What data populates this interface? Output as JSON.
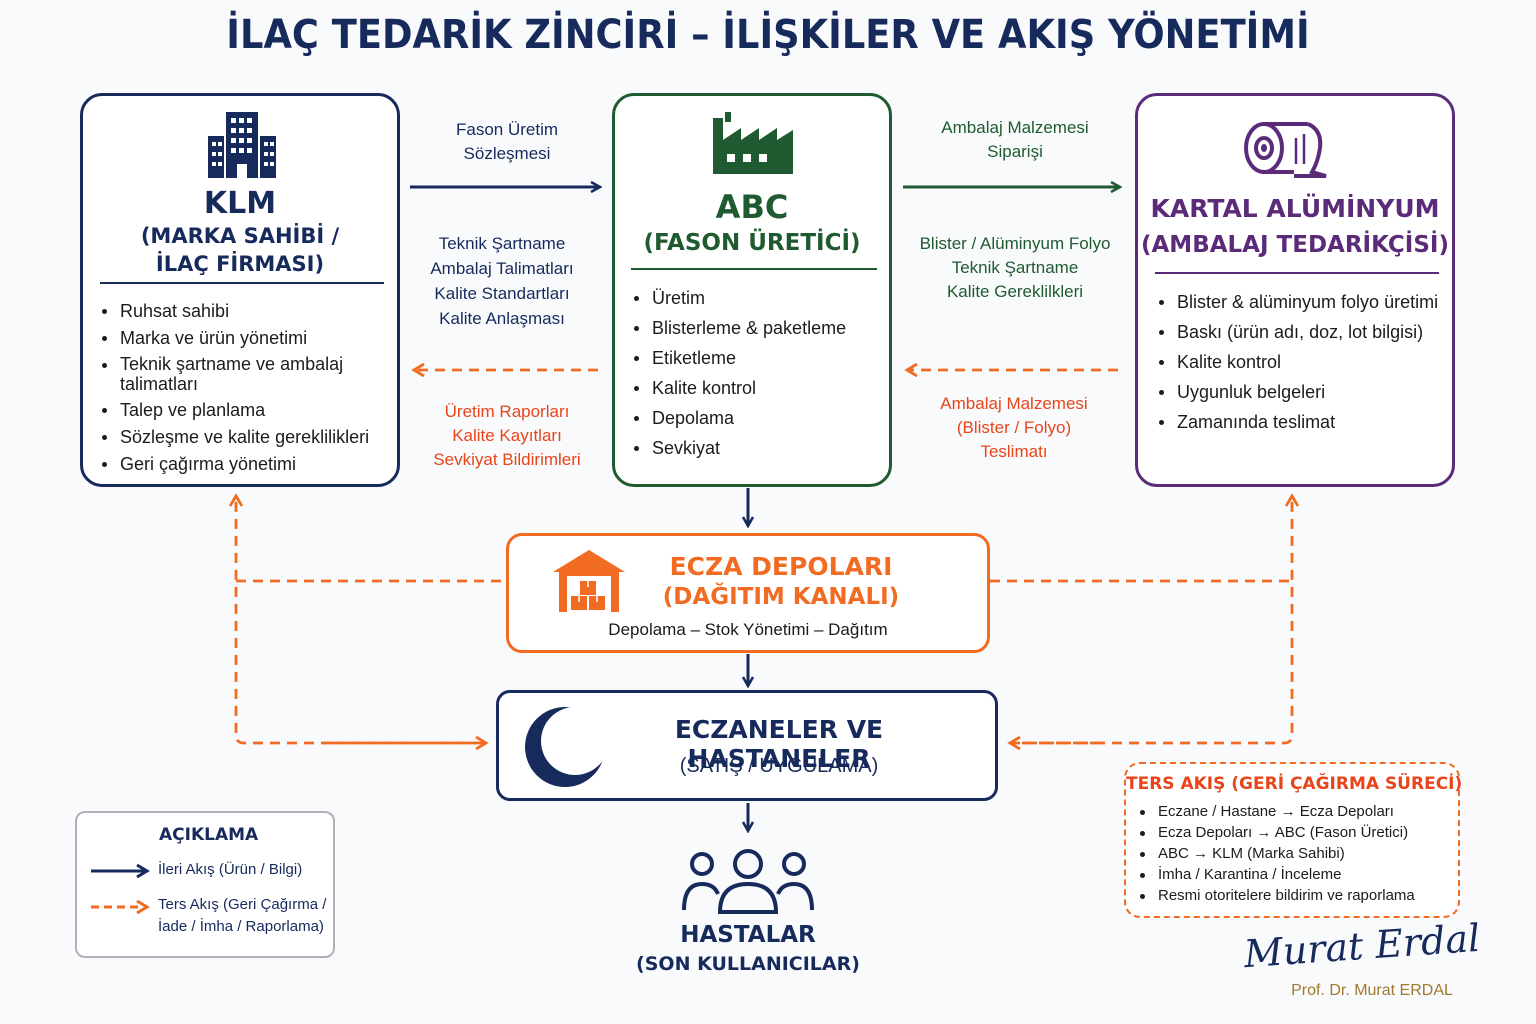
{
  "title": "İLAÇ TEDARİK ZİNCİRİ – İLİŞKİLER VE AKIŞ YÖNETİMİ",
  "colors": {
    "navy": "#172a5c",
    "green": "#1f5a30",
    "purple": "#5b2a78",
    "orange": "#f26b22",
    "orange_text": "#e8451b"
  },
  "klm": {
    "icon": "building-icon",
    "title": "KLM",
    "subtitle_line1": "(MARKA SAHİBİ /",
    "subtitle_line2": "İLAÇ FİRMASI)",
    "items": [
      "Ruhsat sahibi",
      "Marka ve ürün yönetimi",
      "Teknik şartname ve ambalaj talimatları",
      "Talep ve planlama",
      "Sözleşme ve kalite gereklilikleri",
      "Geri çağırma yönetimi"
    ]
  },
  "abc": {
    "icon": "factory-icon",
    "title": "ABC",
    "subtitle": "(FASON ÜRETİCİ)",
    "items": [
      "Üretim",
      "Blisterleme & paketleme",
      "Etiketleme",
      "Kalite kontrol",
      "Depolama",
      "Sevkiyat"
    ]
  },
  "kartal": {
    "icon": "foil-roll-icon",
    "title": "KARTAL ALÜMİNYUM",
    "subtitle": "(AMBALAJ TEDARİKÇİSİ)",
    "items": [
      "Blister & alüminyum folyo üretimi",
      "Baskı (ürün adı, doz, lot bilgisi)",
      "Kalite kontrol",
      "Uygunluk belgeleri",
      "Zamanında teslimat"
    ]
  },
  "flows": {
    "klm_to_abc": [
      "Fason Üretim",
      "Sözleşmesi"
    ],
    "klm_to_abc_docs": [
      "Teknik Şartname",
      "Ambalaj Talimatları",
      "Kalite Standartları",
      "Kalite Anlaşması"
    ],
    "abc_to_klm": [
      "Üretim Raporları",
      "Kalite Kayıtları",
      "Sevkiyat Bildirimleri"
    ],
    "abc_to_kartal": [
      "Ambalaj Malzemesi",
      "Siparişi"
    ],
    "abc_to_kartal_docs": [
      "Blister / Alüminyum Folyo",
      "Teknik Şartname",
      "Kalite Gereklilkleri"
    ],
    "kartal_to_abc": [
      "Ambalaj Malzemesi",
      "(Blister / Folyo)",
      "Teslimatı"
    ]
  },
  "depo": {
    "icon": "warehouse-icon",
    "title": "ECZA DEPOLARI",
    "subtitle": "(DAĞITIM KANALI)",
    "desc": "Depolama – Stok Yönetimi – Dağıtım"
  },
  "eczane": {
    "icon": "crescent-icon",
    "title": "ECZANELER VE HASTANELER",
    "subtitle": "(SATIŞ / UYGULAMA)"
  },
  "hastalar": {
    "icon": "people-icon",
    "title": "HASTALAR",
    "subtitle": "(SON KULLANICILAR)"
  },
  "legend": {
    "title": "AÇIKLAMA",
    "forward": "İleri Akış (Ürün / Bilgi)",
    "reverse_line1": "Ters Akış (Geri Çağırma /",
    "reverse_line2": "İade / İmha / Raporlama)"
  },
  "reverse_flow": {
    "title": "TERS AKIŞ (GERİ ÇAĞIRMA SÜRECİ)",
    "items": [
      "Eczane / Hastane → Ecza Depoları",
      "Ecza Depoları → ABC (Fason Üretici)",
      "ABC → KLM (Marka Sahibi)",
      "İmha / Karantina / İnceleme",
      "Resmi otoritelere bildirim ve raporlama"
    ]
  },
  "signature": {
    "script": "Murat Erdal",
    "name": "Prof. Dr. Murat ERDAL"
  }
}
